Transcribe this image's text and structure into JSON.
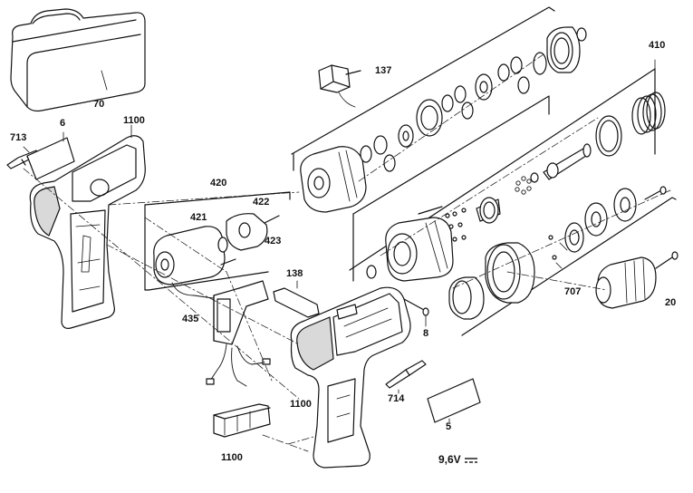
{
  "diagram": {
    "callouts": {
      "p70": "70",
      "p6": "6",
      "p713": "713",
      "p1100_top": "1100",
      "p137": "137",
      "p410": "410",
      "p420": "420",
      "p422": "422",
      "p421": "421",
      "p423": "423",
      "p138": "138",
      "p435": "435",
      "p1100_mid": "1100",
      "p1100_bottom": "1100",
      "p8": "8",
      "p714": "714",
      "p5": "5",
      "p707": "707",
      "p20": "20"
    },
    "voltage": "9,6V"
  },
  "colors": {
    "ink": "#111111",
    "paper": "#ffffff",
    "shade": "#bdbdbd"
  }
}
